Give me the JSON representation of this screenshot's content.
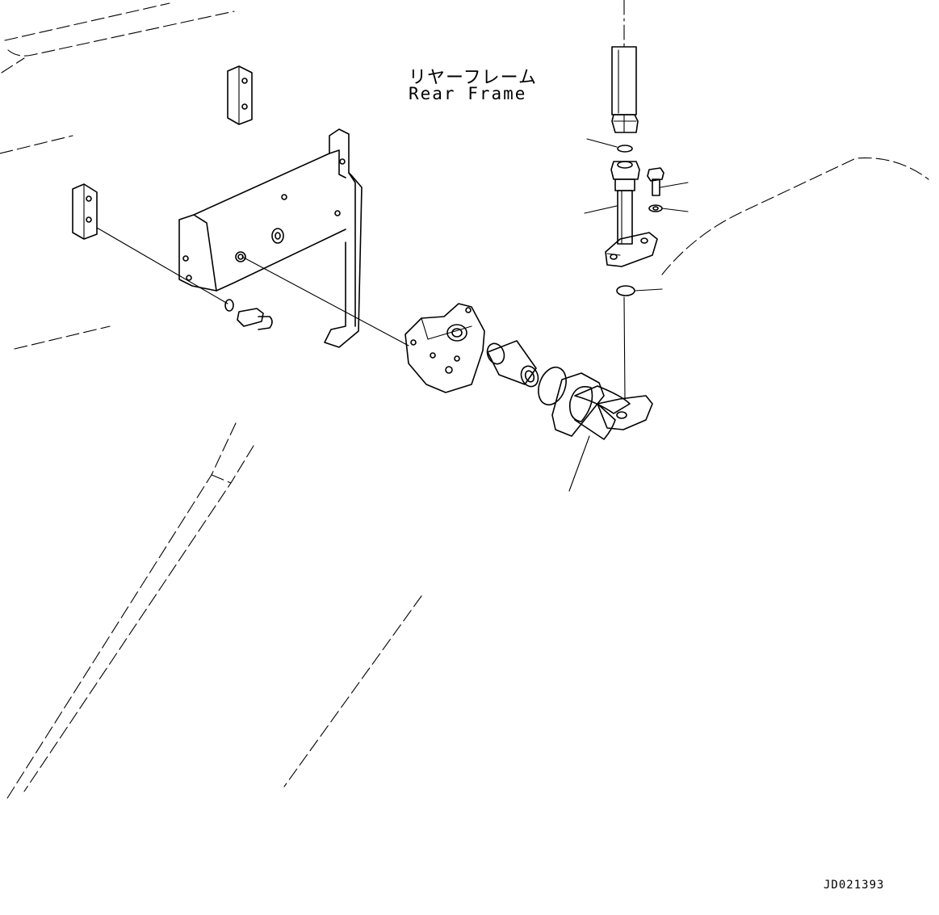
{
  "labels": {
    "frame_ja": "リヤーフレーム",
    "frame_en": "Rear Frame",
    "drawing_id": "JD021393"
  },
  "colors": {
    "line": "#000000",
    "background": "#ffffff"
  }
}
